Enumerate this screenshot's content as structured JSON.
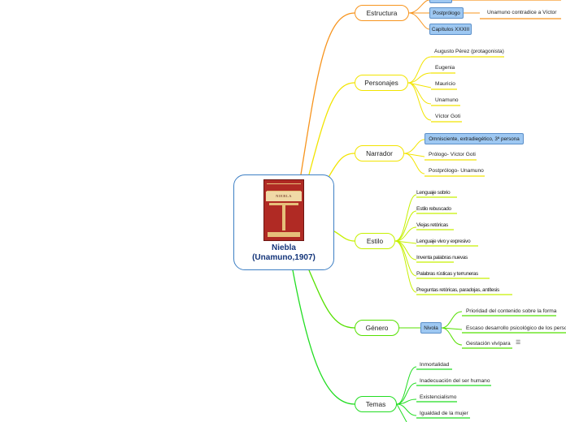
{
  "root": {
    "title": "Niebla",
    "subtitle": "(Unamuno,1907)",
    "cover_text": "NIEBLA"
  },
  "branches": {
    "estructura": {
      "label": "Estructura",
      "postprologo": "Postprólogo",
      "postprologo_note": "Unamuno contradice a Víctor",
      "capitulos": "Capítulos XXXIII"
    },
    "personajes": {
      "label": "Personajes",
      "items": [
        "Augusto Pérez (protagonista)",
        "Eugenia",
        "Mauricio",
        "Unamuno",
        "Víctor Goti"
      ]
    },
    "narrador": {
      "label": "Narrador",
      "box": "Omnisciente, extradiegético, 3ª persona",
      "items": [
        "Prólogo- Víctor Goti",
        "Postprólogo- Unamuno"
      ]
    },
    "estilo": {
      "label": "Estilo",
      "items": [
        {
          "prefix": "Len",
          "text": "guaje sobrio"
        },
        {
          "prefix": "Est",
          "text": "ilo rebuscado"
        },
        {
          "prefix": "Vie",
          "text": "jas retóricas"
        },
        {
          "prefix": "Len",
          "text": "guaje vivo y expresivo"
        },
        {
          "prefix": "Inv",
          "text": "enta palabras nuevas"
        },
        {
          "prefix": "Pa",
          "text": "labras rústicas y terruneras"
        },
        {
          "prefix": "Pre",
          "text": "guntas retóricas, paradojas, antítesis"
        }
      ]
    },
    "genero": {
      "label": "Género",
      "box": "Nivola",
      "items": [
        "Prioridad del contenido sobre la forma",
        "Escaso desarrollo psicológico de los personajes",
        "Gestación vivípara"
      ]
    },
    "temas": {
      "label": "Temas",
      "items": [
        "Inmortalidad",
        "Inadecuación del ser humano",
        "Existencialismo",
        "Igualdad de la mujer"
      ]
    }
  },
  "colors": {
    "estructura": "#f7941d",
    "personajes": "#f2e400",
    "narrador": "#f2e400",
    "estilo": "#c6f000",
    "genero": "#55e000",
    "temas": "#22dd22",
    "root_border": "#3d7fc4",
    "box_fill": "#9ec8f2"
  }
}
